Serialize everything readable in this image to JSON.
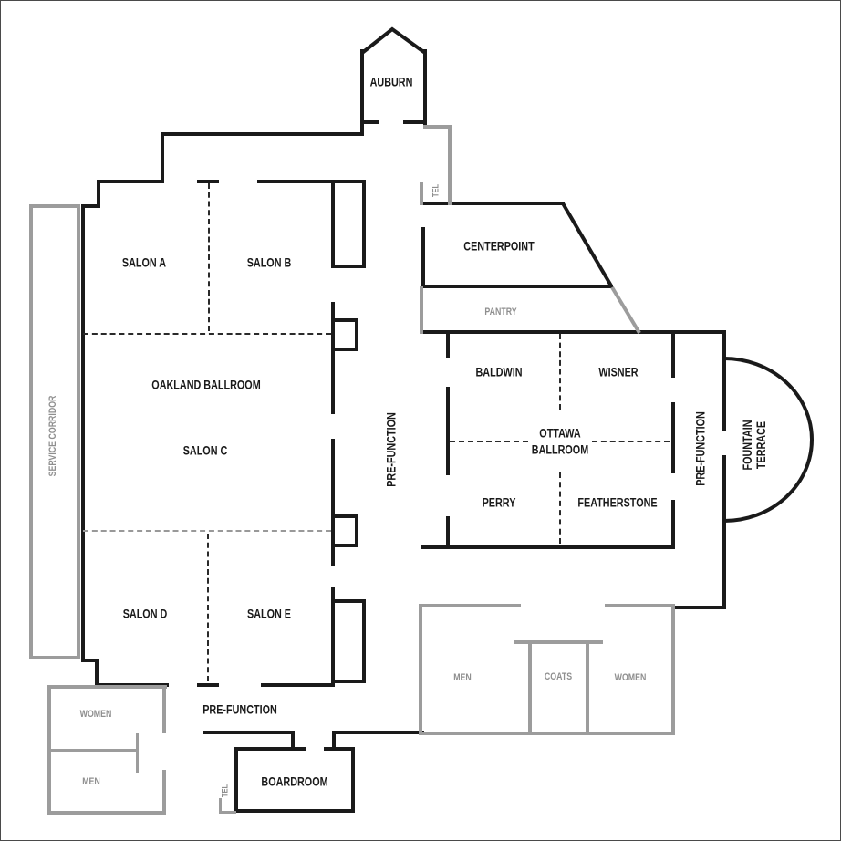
{
  "plan": {
    "auburn": "AUBURN",
    "tel_upper": "TEL",
    "salon_a": "SALON A",
    "salon_b": "SALON B",
    "oakland_ballroom": "OAKLAND BALLROOM",
    "salon_c": "SALON C",
    "salon_d": "SALON D",
    "salon_e": "SALON E",
    "service_corridor": "SERVICE CORRIDOR",
    "prefunction_center": "PRE-FUNCTION",
    "centerpoint": "CENTERPOINT",
    "pantry": "PANTRY",
    "baldwin": "BALDWIN",
    "wisner": "WISNER",
    "ottawa_line1": "OTTAWA",
    "ottawa_line2": "BALLROOM",
    "perry": "PERRY",
    "featherstone": "FEATHERSTONE",
    "prefunction_right": "PRE-FUNCTION",
    "fountain_line1": "FOUNTAIN",
    "fountain_line2": "TERRACE",
    "men_right": "MEN",
    "coats": "COATS",
    "women_right": "WOMEN",
    "prefunction_bottom": "PRE-FUNCTION",
    "boardroom": "BOARDROOM",
    "tel_lower": "TEL",
    "women_left": "WOMEN",
    "men_left": "MEN"
  },
  "colors": {
    "wall": "#1a1a1a",
    "wall_gray": "#9c9c9c",
    "label": "#1a1a1a",
    "label_gray": "#8f8f8f",
    "background": "#ffffff"
  }
}
